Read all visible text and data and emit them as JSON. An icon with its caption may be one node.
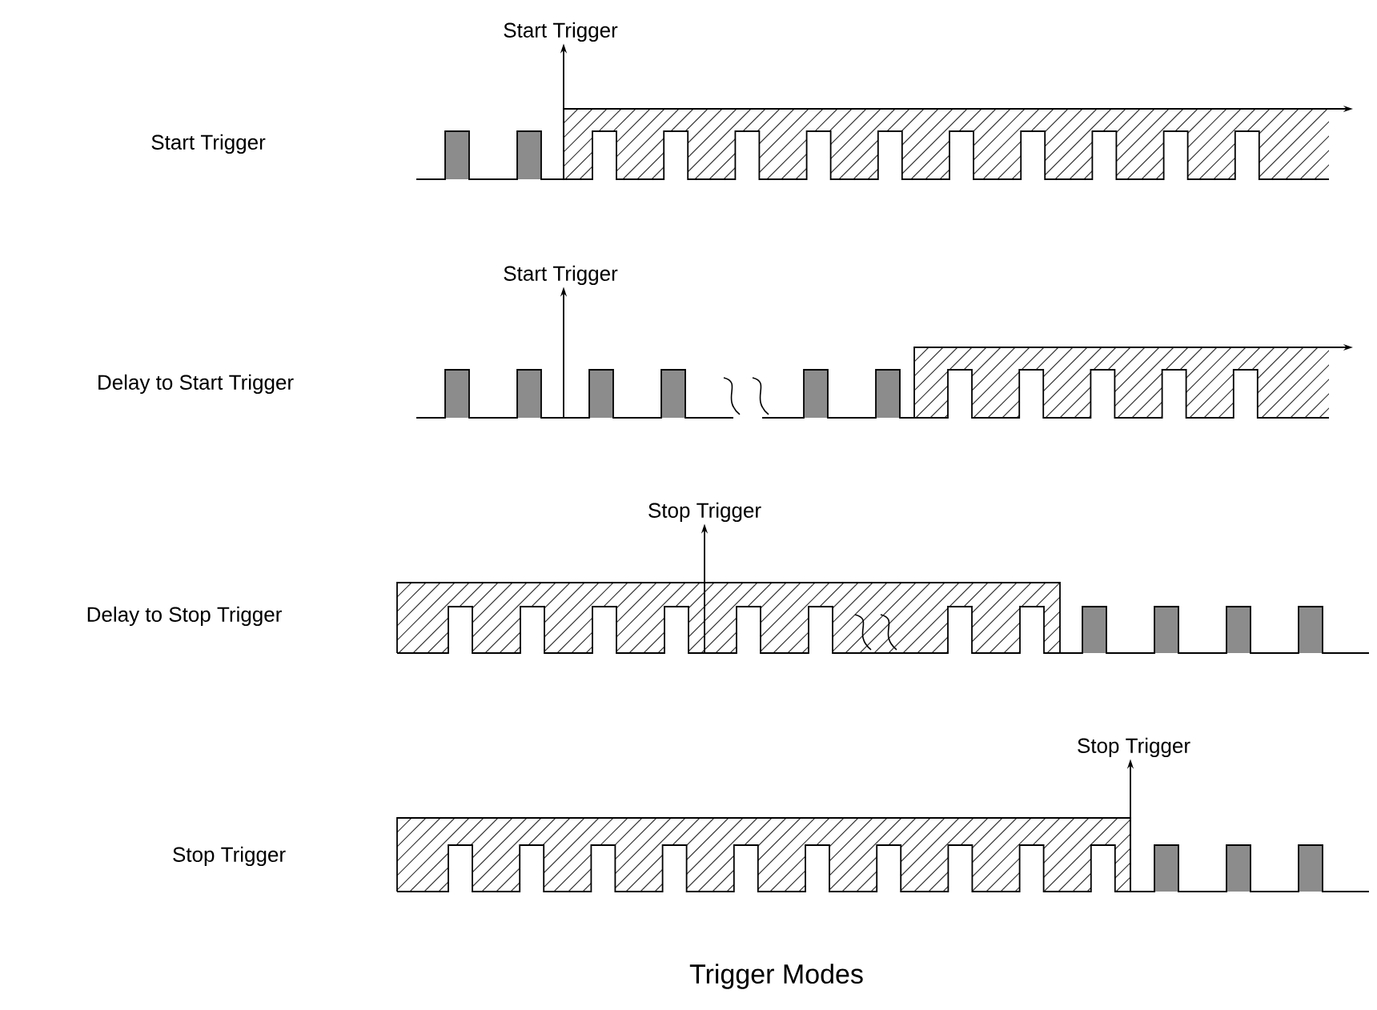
{
  "diagram": {
    "caption": "Trigger Modes",
    "nodes": [
      {
        "text": [
          "Start Trigger"
        ]
      },
      {
        "text": [],
        "shape": "waveform"
      },
      {
        "text": [
          "Start Trigger"
        ]
      },
      {
        "text": [],
        "shape": "waveform"
      },
      {
        "text": [
          "Stop Trigger"
        ]
      },
      {
        "text": [],
        "shape": "waveform"
      },
      {
        "text": [
          "Stop Trigger"
        ]
      },
      {
        "text": [],
        "shape": "waveform"
      }
    ],
    "edges": [
      {
        "from": 1,
        "to": 0,
        "arrow": "to"
      },
      {
        "from": 3,
        "to": 2,
        "arrow": "to"
      },
      {
        "from": 5,
        "to": 4,
        "arrow": "to"
      },
      {
        "from": 7,
        "to": 6,
        "arrow": "to"
      }
    ],
    "labels": [
      "Start Trigger",
      "Delay to Start Trigger",
      "Delay to Stop Trigger",
      "Stop Trigger"
    ]
  }
}
